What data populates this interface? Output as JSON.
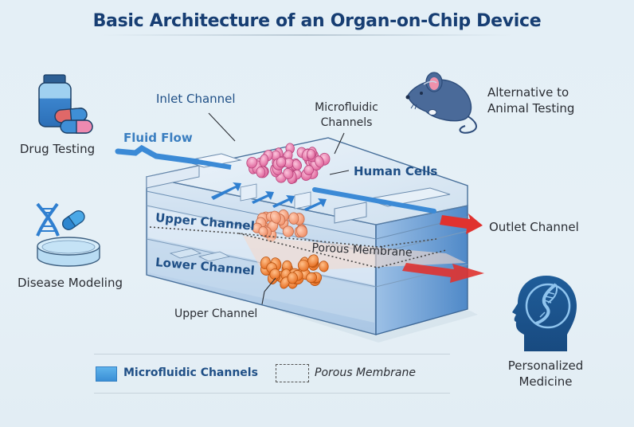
{
  "title": "Basic Architecture of an Organ-on-Chip Device",
  "applications": {
    "drug_testing": "Drug Testing",
    "disease_modeling": "Disease Modeling",
    "alternative_animal": [
      "Alternative to",
      "Animal Testing"
    ],
    "personalized_medicine": [
      "Personalized",
      "Medicine"
    ]
  },
  "device_labels": {
    "inlet_channel": "Inlet Channel",
    "fluid_flow": "Fluid Flow",
    "microfluidic_channels": [
      "Microfluidic",
      "Channels"
    ],
    "human_cells": "Human Cells",
    "upper_channel": "Upper Channel",
    "porous_membrane": "Porous Membrane",
    "lower_channel": "Lower Channel",
    "outlet_channel": "Outlet Channel",
    "bottom_callout": "Upper Channel"
  },
  "legend": {
    "items": [
      {
        "label": "Microfluidic Channels",
        "icon": "solid-blue-swatch"
      },
      {
        "label": "Porous Membrane",
        "icon": "dashed-box-swatch"
      }
    ]
  },
  "colors": {
    "title": "#173e73",
    "label_blue": "#1f4f86",
    "flow_blue": "#3a7ec0",
    "outlet_red": "#e0322f",
    "cells_pink": "#ec7fae",
    "cells_orange": "#f08a3c",
    "chip_blue": "#5a93cf"
  }
}
